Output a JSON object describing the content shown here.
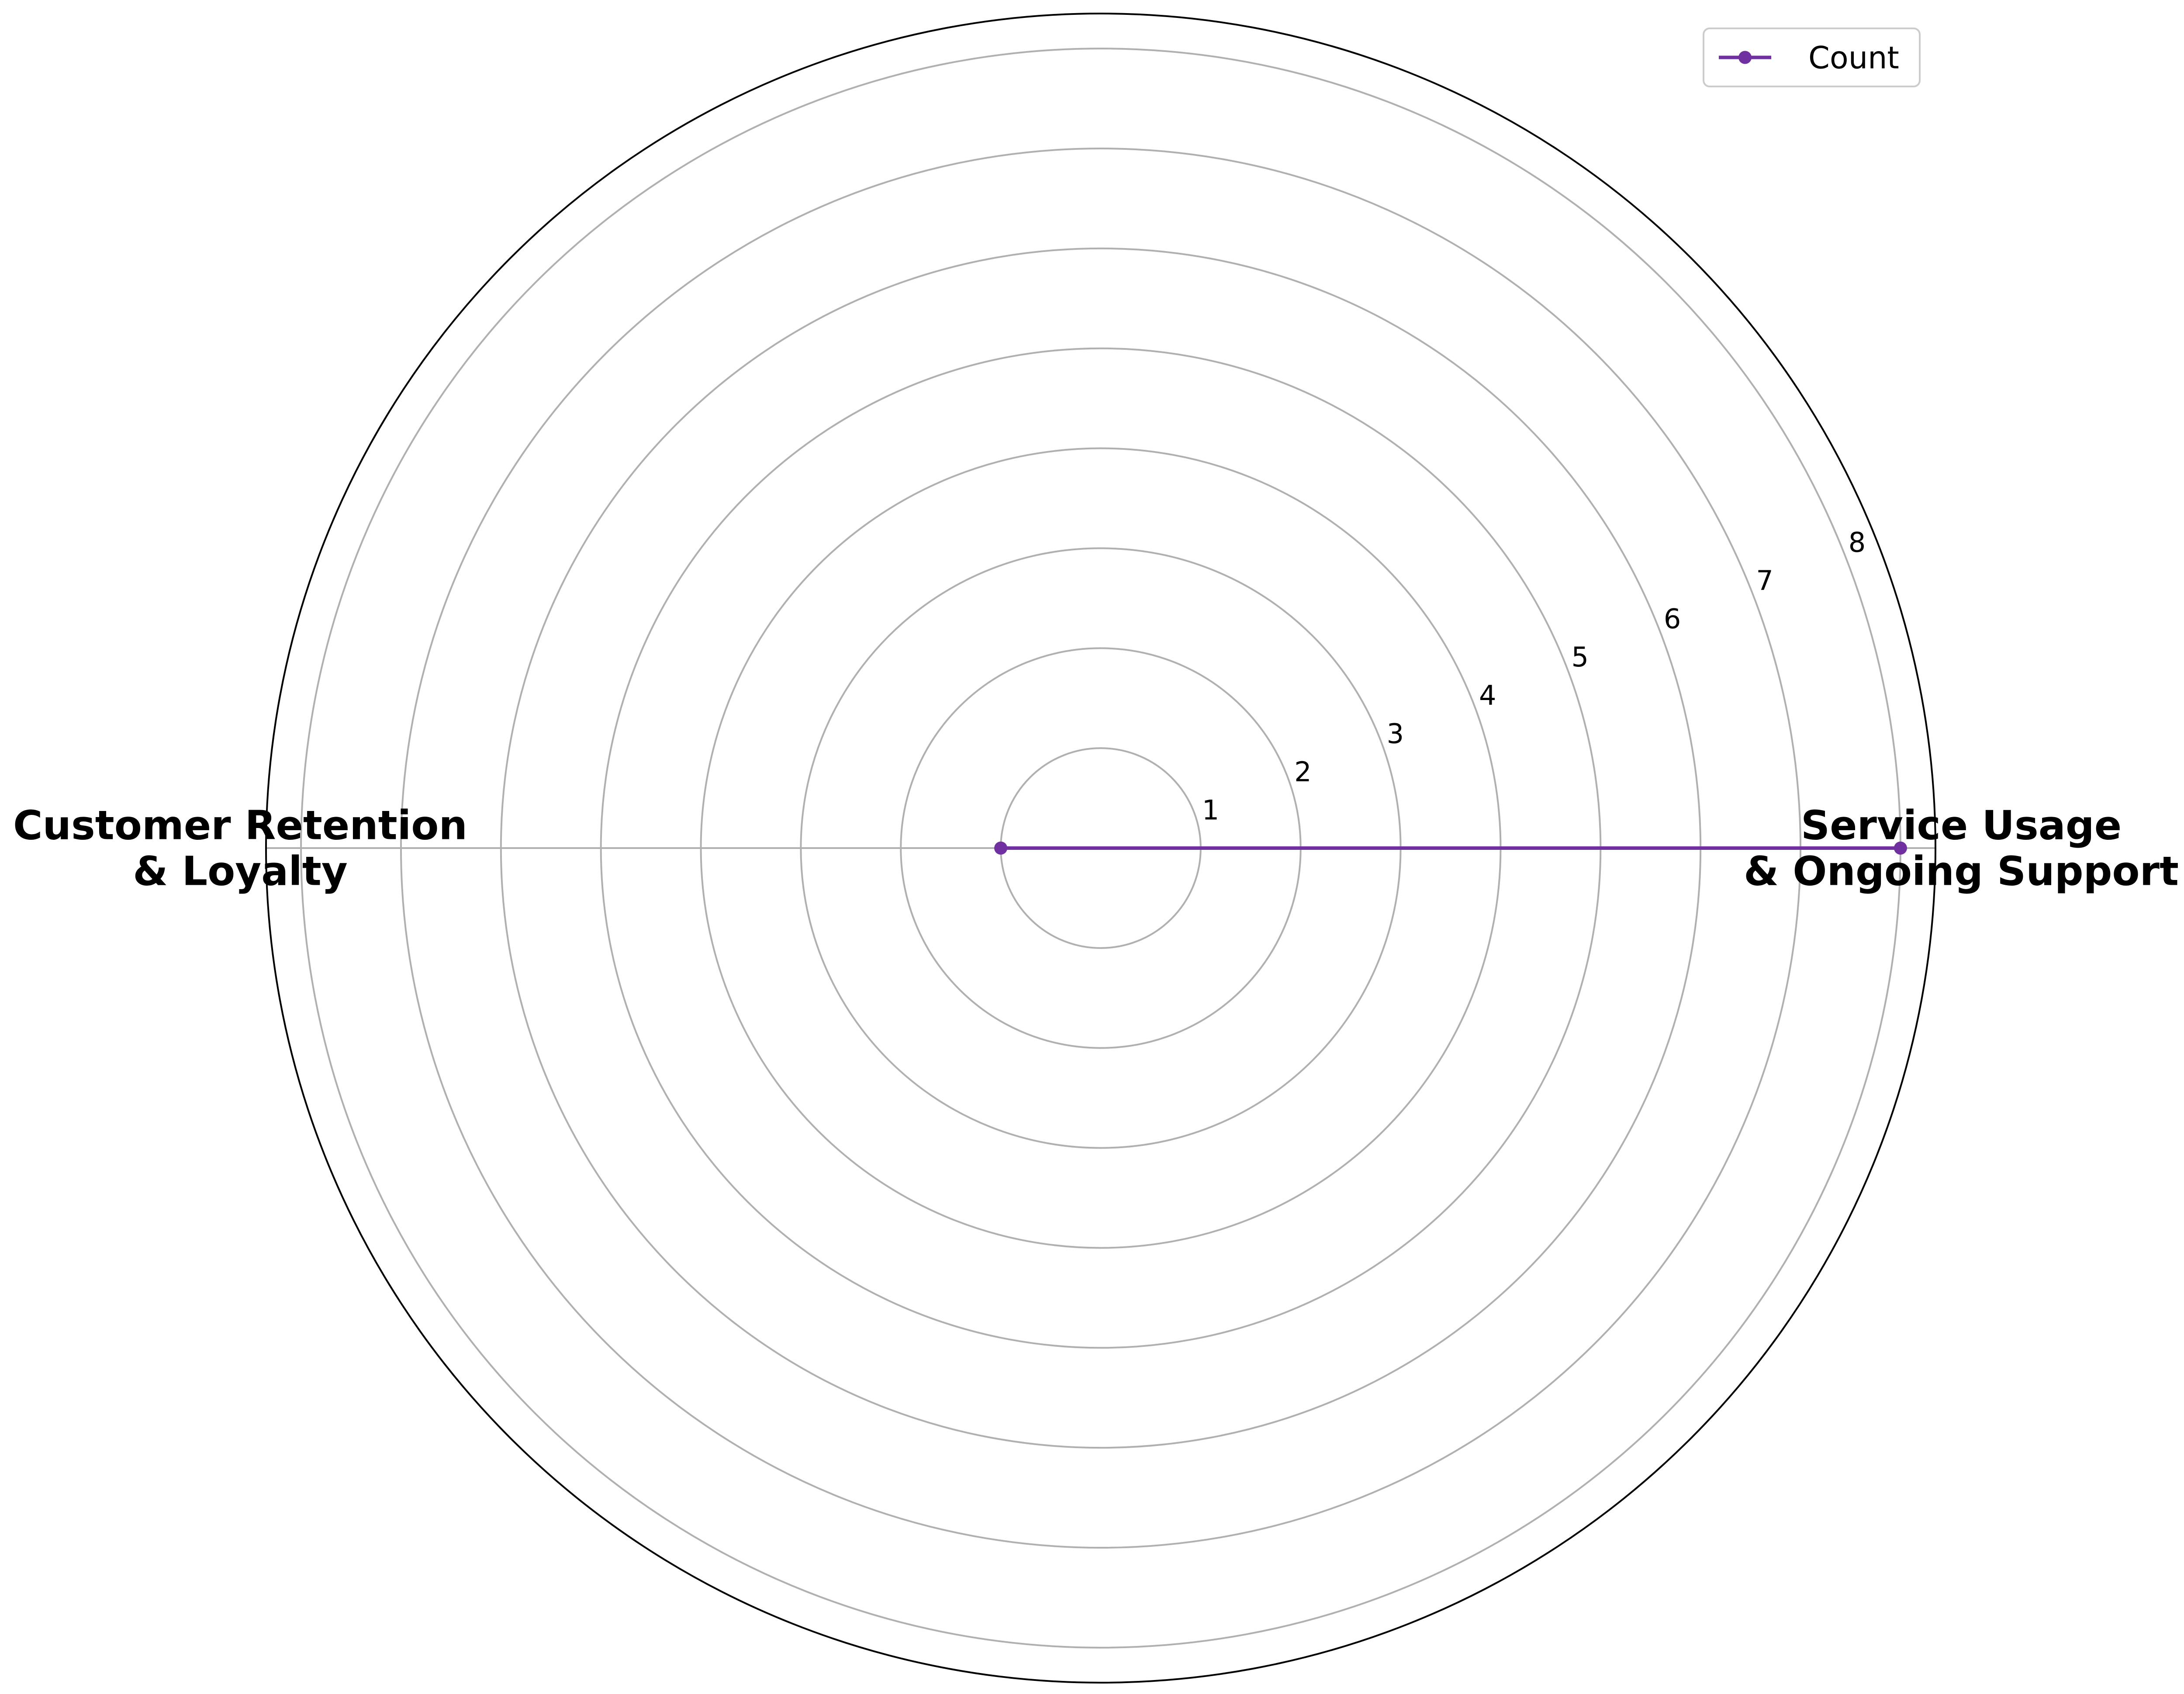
{
  "chart_data": {
    "type": "radar",
    "categories": [
      "Service Usage\n& Ongoing Support",
      "Customer Retention\n& Loyalty"
    ],
    "series": [
      {
        "name": "Count",
        "values": [
          8,
          1
        ],
        "color": "#7030a0"
      }
    ],
    "rlim": [
      0,
      8.35
    ],
    "rticks": [
      1,
      2,
      3,
      4,
      5,
      6,
      7,
      8
    ],
    "grid": true,
    "legend": "top-right"
  },
  "colors": {
    "series": "#7030a0",
    "grid": "#b0b0b0",
    "frame": "#000000"
  }
}
